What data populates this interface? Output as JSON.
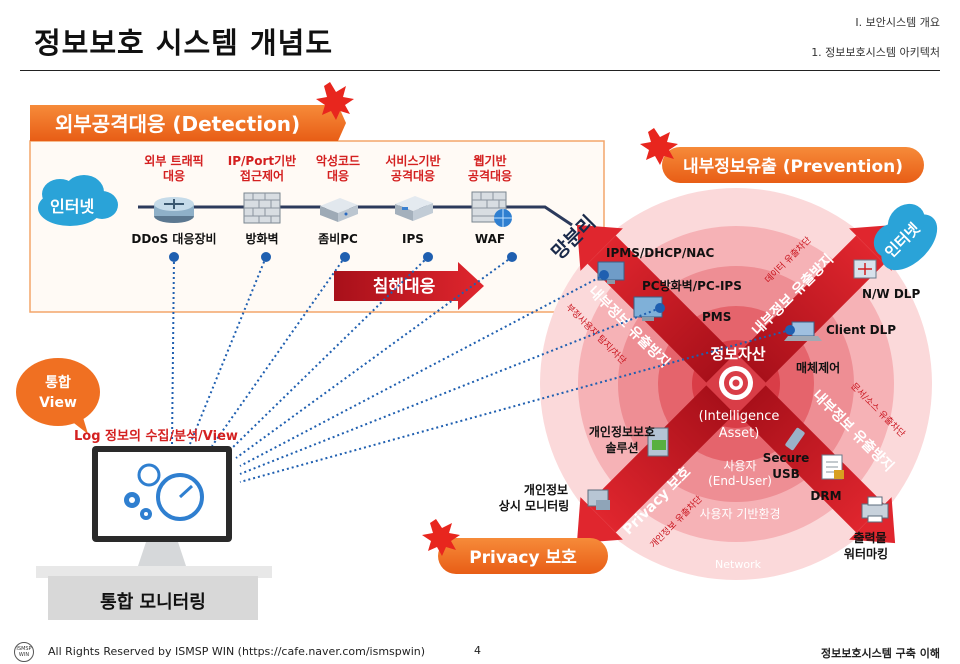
{
  "header": {
    "title": "정보보호 시스템 개념도",
    "section": "Ⅰ. 보안시스템 개요",
    "subsection": "1. 정보보호시스템 아키텍처"
  },
  "footer": {
    "logo": "ISMSP WIN",
    "copyright": "All Rights Reserved by ISMSP WIN (https://cafe.naver.com/ismspwin)",
    "page": "4",
    "right": "정보보호시스템 구축 이해"
  },
  "detection": {
    "title": "외부공격대응 (Detection)",
    "internet": "인터넷",
    "devices": [
      {
        "category": [
          "외부 트래픽",
          "대응"
        ],
        "name": "DDoS 대응장비"
      },
      {
        "category": [
          "IP/Port기반",
          "접근제어"
        ],
        "name": "방화벽"
      },
      {
        "category": [
          "악성코드",
          "대응"
        ],
        "name": "좀비PC"
      },
      {
        "category": [
          "서비스기반",
          "공격대응"
        ],
        "name": "IPS"
      },
      {
        "category": [
          "웹기반",
          "공격대응"
        ],
        "name": "WAF"
      }
    ],
    "arrow": "침해대응",
    "separation": "망분리"
  },
  "prevention": {
    "title": "내부정보유출 (Prevention)",
    "internet": "인터넷",
    "center_title": "정보자산",
    "center_sub": [
      "(Intelligence",
      "Asset)"
    ],
    "user": [
      "사용자",
      "(End-User)"
    ],
    "user_env": "사용자 기반환경",
    "network": "Network",
    "arrows": {
      "top_left": "내부정보 유출방지",
      "top_left_sub": "부정사용자 탐지/차단",
      "top_right": "내부정보 유출방지",
      "top_right_sub": "데이터 유출차단",
      "bottom_right": "내부정보 유출방지",
      "bottom_right_sub": "문서/소스 유출차단",
      "bottom_left": "Privacy 보호",
      "bottom_left_sub": "개인정보 유출차단"
    },
    "items": {
      "ipms": "IPMS/DHCP/NAC",
      "pc_fw": "PC방화벽/PC-IPS",
      "pms": "PMS",
      "nw_dlp": "N/W DLP",
      "client_dlp": "Client DLP",
      "media": "매체제어",
      "pii_solution": [
        "개인정보보호",
        "솔루션"
      ],
      "pii_monitor": [
        "개인정보",
        "상시 모니터링"
      ],
      "secure_usb": [
        "Secure",
        "USB"
      ],
      "drm": "DRM",
      "watermark": [
        "출력물",
        "워터마킹"
      ]
    }
  },
  "privacy": {
    "title": "Privacy 보호"
  },
  "monitoring": {
    "badge": [
      "통합",
      "View"
    ],
    "log": "Log 정보의 수집/분석/View",
    "name": "통합 모니터링"
  },
  "colors": {
    "accent": "#e8452a",
    "orange": "#f07022",
    "dark_red": "#c0101c",
    "cloud": "#2aa3d8"
  }
}
